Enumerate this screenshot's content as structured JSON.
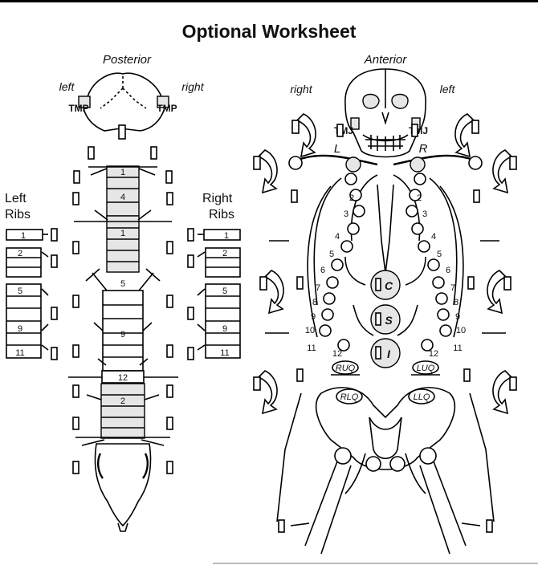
{
  "title": "Optional Worksheet",
  "posterior": {
    "heading": "Posterior",
    "left_label": "left",
    "right_label": "right",
    "tmp_left": "TMP",
    "tmp_right": "TMP",
    "vertebra_numbers": [
      "1",
      "4",
      "1",
      "5",
      "9",
      "12",
      "2"
    ]
  },
  "left_ribs": {
    "heading_line1": "Left",
    "heading_line2": "Ribs",
    "rib_numbers": [
      "1",
      "2",
      "5",
      "9",
      "11"
    ]
  },
  "right_ribs": {
    "heading_line1": "Right",
    "heading_line2": "Ribs",
    "rib_numbers": [
      "1",
      "2",
      "5",
      "9",
      "11"
    ]
  },
  "anterior": {
    "heading": "Anterior",
    "right_label": "right",
    "left_label": "left",
    "tmj_left": "TMJ",
    "tmj_right": "TMJ",
    "clavicle_left": "L",
    "clavicle_right": "R",
    "rib_numbers_right": [
      "2",
      "3",
      "4",
      "5",
      "6",
      "7",
      "8",
      "9",
      "10",
      "11",
      "12"
    ],
    "rib_numbers_left": [
      "2",
      "3",
      "4",
      "5",
      "6",
      "7",
      "8",
      "9",
      "10",
      "11",
      "12"
    ],
    "sternum_top": "C",
    "sternum_mid": "S",
    "sternum_bot": "I",
    "quadrants": [
      "RUQ",
      "LUQ",
      "RLQ",
      "LLQ"
    ]
  }
}
